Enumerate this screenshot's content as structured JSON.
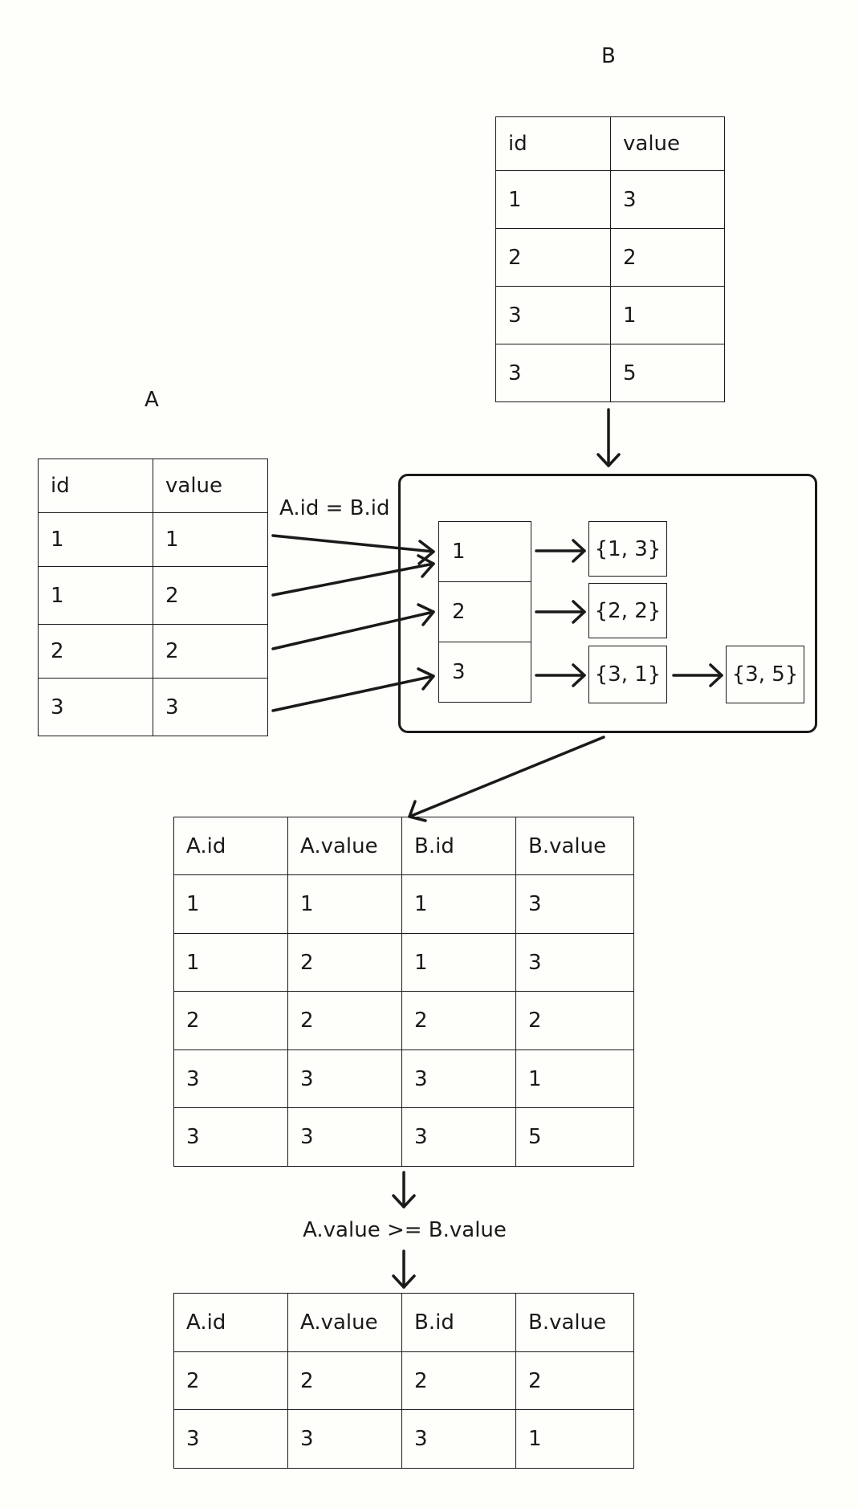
{
  "table_b": {
    "title": "B",
    "header": [
      "id",
      "value"
    ],
    "rows": [
      [
        "1",
        "3"
      ],
      [
        "2",
        "2"
      ],
      [
        "3",
        "1"
      ],
      [
        "3",
        "5"
      ]
    ]
  },
  "table_a": {
    "title": "A",
    "header": [
      "id",
      "value"
    ],
    "rows": [
      [
        "1",
        "1"
      ],
      [
        "1",
        "2"
      ],
      [
        "2",
        "2"
      ],
      [
        "3",
        "3"
      ]
    ]
  },
  "join_condition": "A.id = B.id",
  "hash_table": {
    "keys": [
      "1",
      "2",
      "3"
    ],
    "buckets": [
      [
        "{1, 3}"
      ],
      [
        "{2, 2}"
      ],
      [
        "{3, 1}",
        "{3, 5}"
      ]
    ]
  },
  "joined_table": {
    "header": [
      "A.id",
      "A.value",
      "B.id",
      "B.value"
    ],
    "rows": [
      [
        "1",
        "1",
        "1",
        "3"
      ],
      [
        "1",
        "2",
        "1",
        "3"
      ],
      [
        "2",
        "2",
        "2",
        "2"
      ],
      [
        "3",
        "3",
        "3",
        "1"
      ],
      [
        "3",
        "3",
        "3",
        "5"
      ]
    ]
  },
  "filter_condition": "A.value >= B.value",
  "result_table": {
    "header": [
      "A.id",
      "A.value",
      "B.id",
      "B.value"
    ],
    "rows": [
      [
        "2",
        "2",
        "2",
        "2"
      ],
      [
        "3",
        "3",
        "3",
        "1"
      ]
    ]
  }
}
